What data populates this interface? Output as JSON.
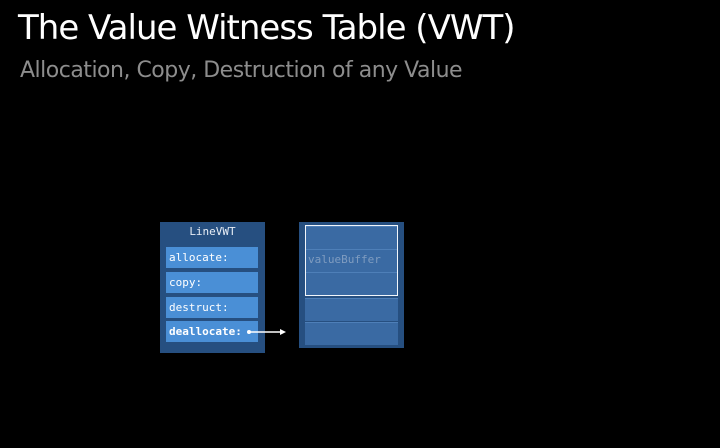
{
  "slide": {
    "title": "The Value Witness Table (VWT)",
    "subtitle": "Allocation, Copy, Destruction of any Value"
  },
  "vwt": {
    "header": "LineVWT",
    "entries": [
      {
        "label": "allocate:",
        "highlighted": false
      },
      {
        "label": "copy:",
        "highlighted": false
      },
      {
        "label": "destruct:",
        "highlighted": false
      },
      {
        "label": "deallocate:",
        "highlighted": true
      }
    ]
  },
  "value_block": {
    "buffer_label": "valueBuffer",
    "cell_count": 5
  },
  "colors": {
    "background": "#000000",
    "table_fill": "#264f80",
    "entry_fill": "#4a8fd6",
    "cell_fill": "#3a6aa3",
    "highlight_outline": "#f2f6fb",
    "arrow": "#ffffff"
  },
  "icons": {
    "arrow": "arrow-right-icon"
  }
}
